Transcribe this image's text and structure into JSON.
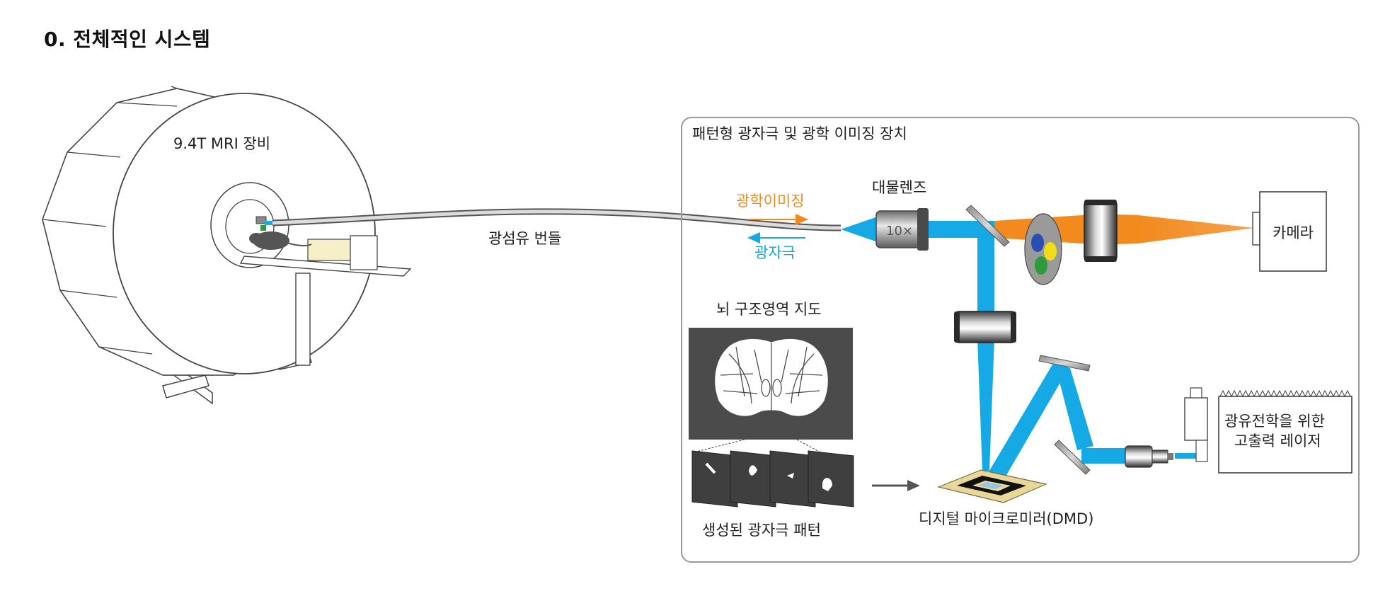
{
  "title": "0. 전체적인 시스템",
  "labels": {
    "mri": "9.4T MRI 장비",
    "fiber_bundle": "광섬유 번들",
    "panel_title": "패턴형 광자극 및 광학 이미징 장치",
    "optical_imaging": "광학이미징",
    "photostim": "광자극",
    "objective": "대물렌즈",
    "objective_mark": "10×",
    "camera": "카메라",
    "brain_atlas": "뇌 구조영역 지도",
    "generated_patterns": "생성된 광자극 패턴",
    "dmd": "디지털 마이크로미러(DMD)",
    "laser_line1": "광유전학을 위한",
    "laser_line2": "고출력 레이저"
  },
  "colors": {
    "stim_beam": "#15a9e6",
    "imaging_beam": "#f28a1e",
    "panel_border": "#9a9a9a",
    "atlas_bg": "#4b4b4b",
    "filter_blue": "#2b4fb0",
    "filter_yellow": "#f2dc16",
    "filter_green": "#2f9a3a",
    "dmd_frame": "#e9d79a"
  }
}
